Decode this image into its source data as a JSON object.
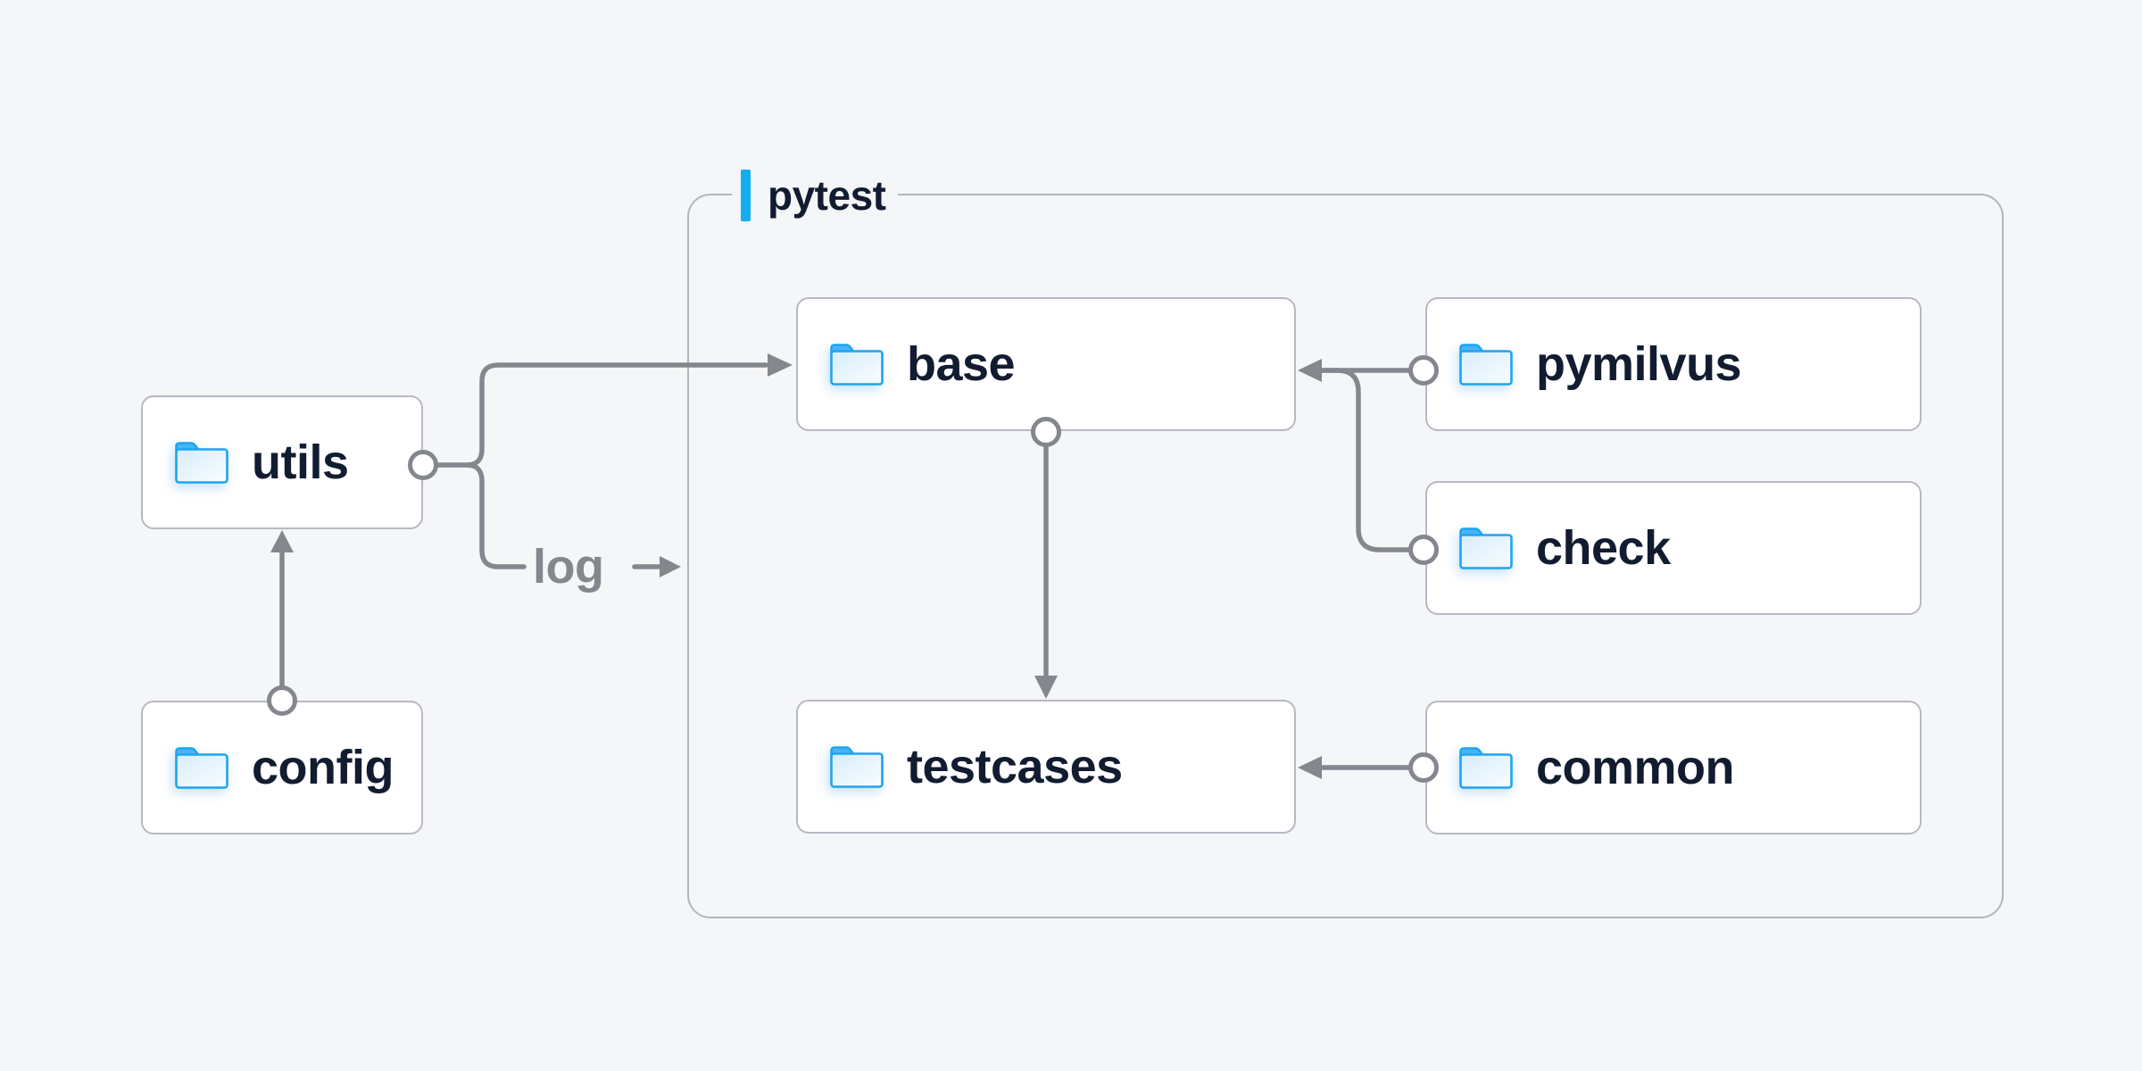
{
  "diagram": {
    "container_label": "pytest",
    "edge_label": "log",
    "nodes": {
      "utils": {
        "label": "utils"
      },
      "config": {
        "label": "config"
      },
      "base": {
        "label": "base"
      },
      "pymilvus": {
        "label": "pymilvus"
      },
      "check": {
        "label": "check"
      },
      "testcases": {
        "label": "testcases"
      },
      "common": {
        "label": "common"
      }
    },
    "edges": [
      {
        "from": "config",
        "to": "utils"
      },
      {
        "from": "utils",
        "to": "base"
      },
      {
        "from": "utils",
        "to": "log-output",
        "label": "log"
      },
      {
        "from": "pymilvus",
        "to": "base"
      },
      {
        "from": "check",
        "to": "base"
      },
      {
        "from": "base",
        "to": "testcases"
      },
      {
        "from": "common",
        "to": "testcases"
      }
    ],
    "colors": {
      "background": "#f5f6f8",
      "box_border": "#b7b9c3",
      "container_border": "#b3b5bf",
      "text": "#121c31",
      "connector": "#85878f",
      "accent_bar": "#16aeef",
      "folder_stroke": "#1ca5f1",
      "folder_tab": "#49b4f3"
    }
  }
}
